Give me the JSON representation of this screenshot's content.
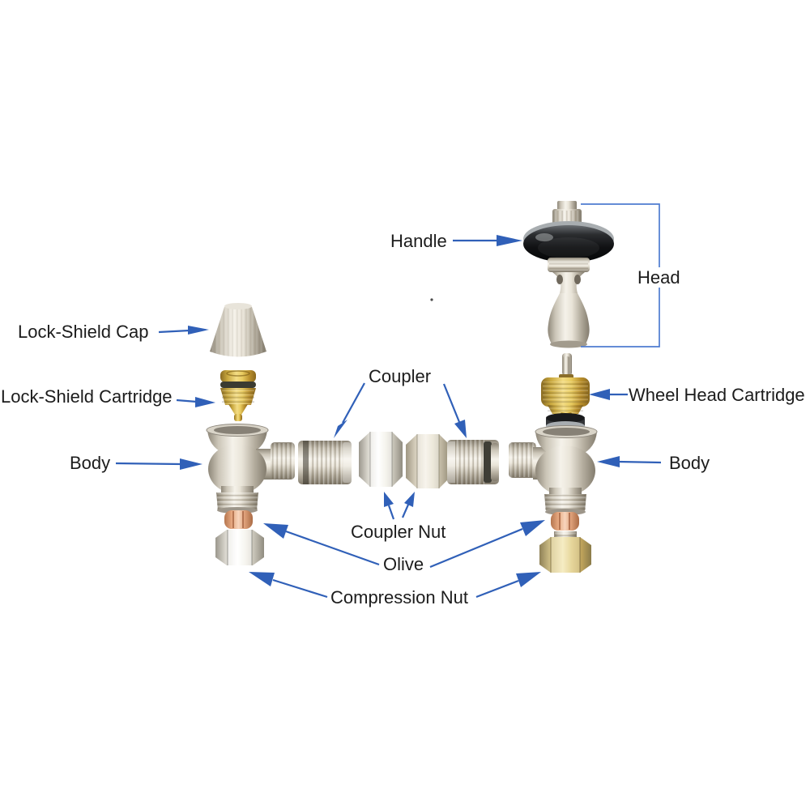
{
  "diagram": {
    "labels": {
      "handle": "Handle",
      "head": "Head",
      "lock_shield_cap": "Lock-Shield Cap",
      "lock_shield_cartridge": "Lock-Shield Cartridge",
      "body_left": "Body",
      "coupler": "Coupler",
      "wheel_head_cartridge": "Wheel Head Cartridge",
      "body_right": "Body",
      "coupler_nut": "Coupler Nut",
      "olive": "Olive",
      "compression_nut": "Compression Nut"
    },
    "colors": {
      "arrow": "#3060b8",
      "bracket": "#4f7cd0",
      "label_text": "#1c1c1c",
      "background": "#ffffff",
      "brass": "#e0c159",
      "copper": "#e2a57d",
      "nickel": "#cfc9bb",
      "handle_black": "#141517"
    }
  }
}
